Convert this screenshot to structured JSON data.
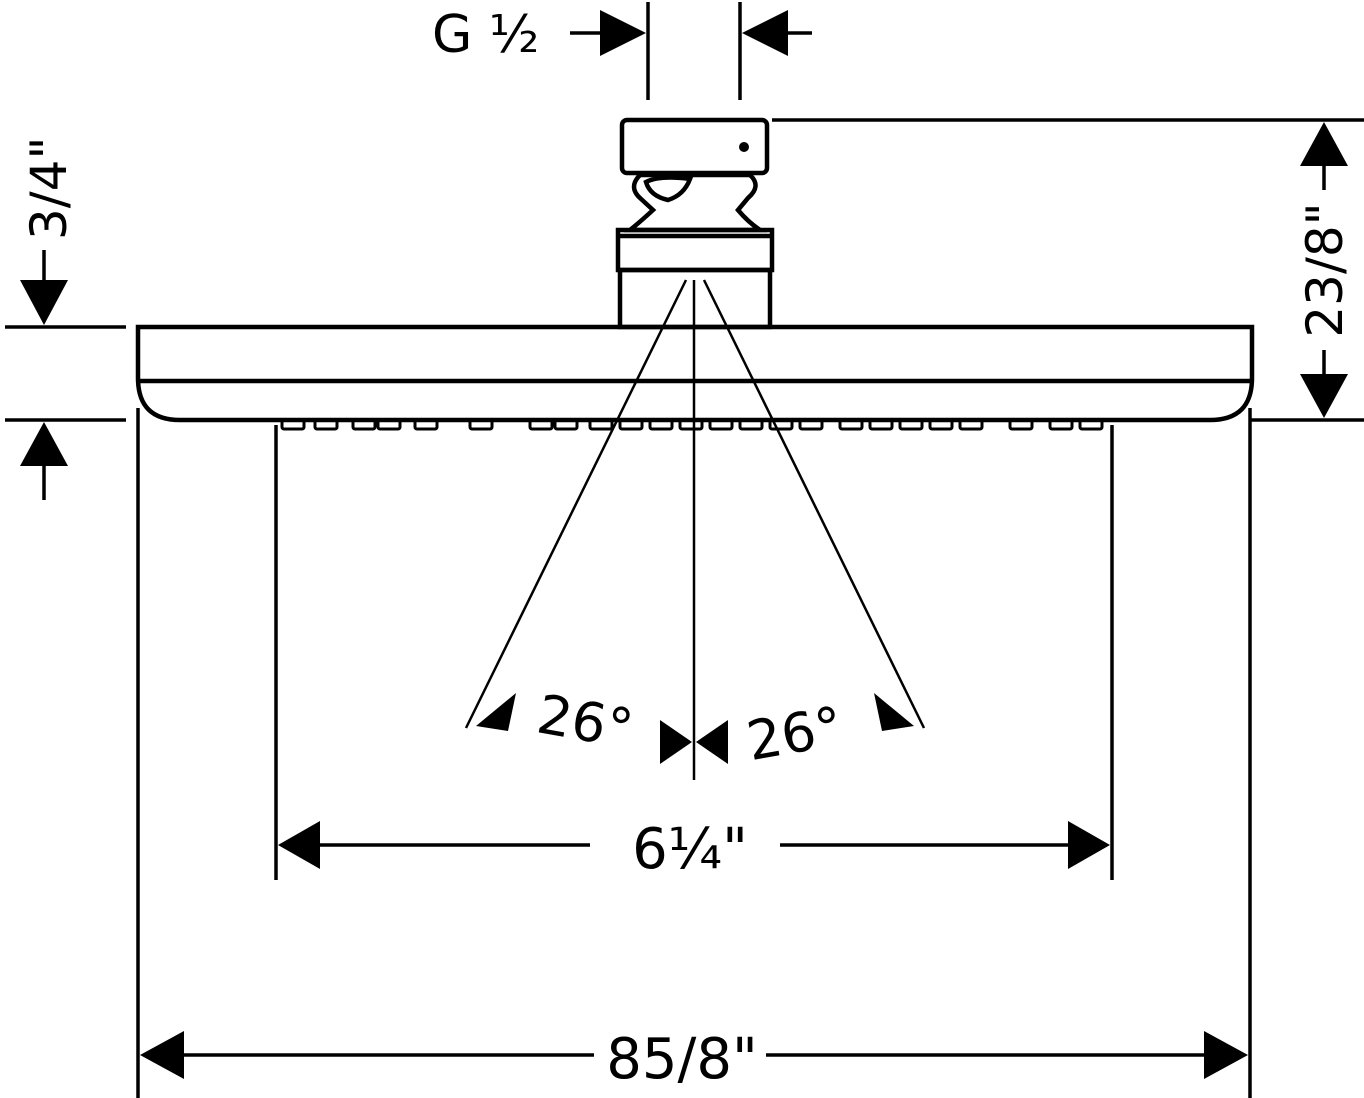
{
  "labels": {
    "thread": "G ½",
    "inlet_height": "3/4\"",
    "total_height": "23/8\"",
    "spray_angle_left": "26°",
    "spray_angle_right": "26°",
    "spray_width": "6¼\"",
    "overall_width": "85/8\""
  }
}
